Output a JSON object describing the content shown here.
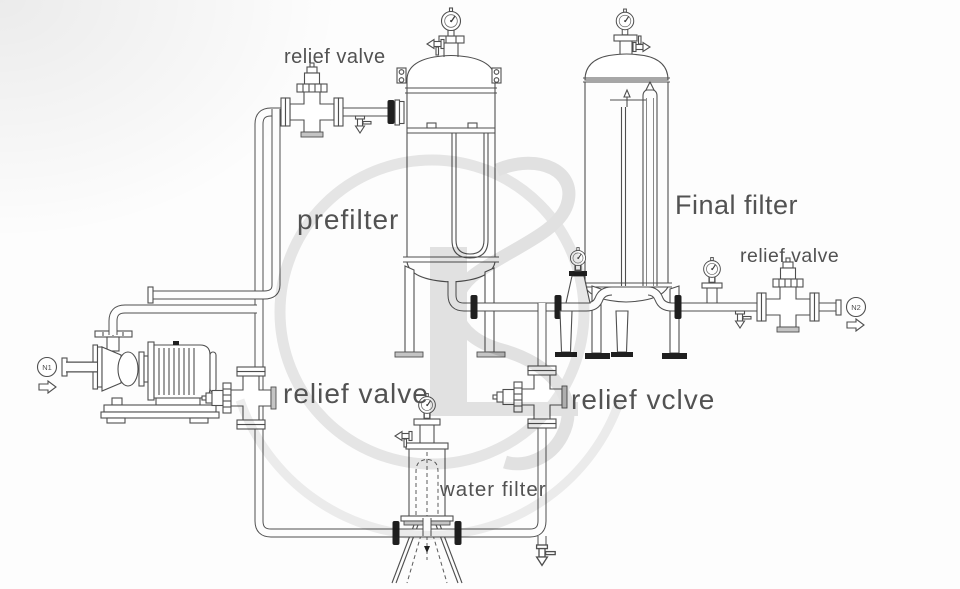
{
  "labels": {
    "relief_valve_top_left": "relief valve",
    "relief_valve_bottom_left": "relief valve",
    "relief_valve_center": "relief vclve",
    "relief_valve_right": "relief valve",
    "prefilter": "prefilter",
    "final_filter": "Final filter",
    "water_filter": "water filter"
  },
  "markers": {
    "inlet": "N1",
    "outlet": "N2"
  },
  "colors": {
    "line": "#4f4f4f",
    "dark_fitting": "#1f1f1f",
    "light_metal": "#c4c4c4",
    "watermark": "#e5e5e5",
    "label_text": "#525252",
    "background": "#fdfdfd"
  }
}
